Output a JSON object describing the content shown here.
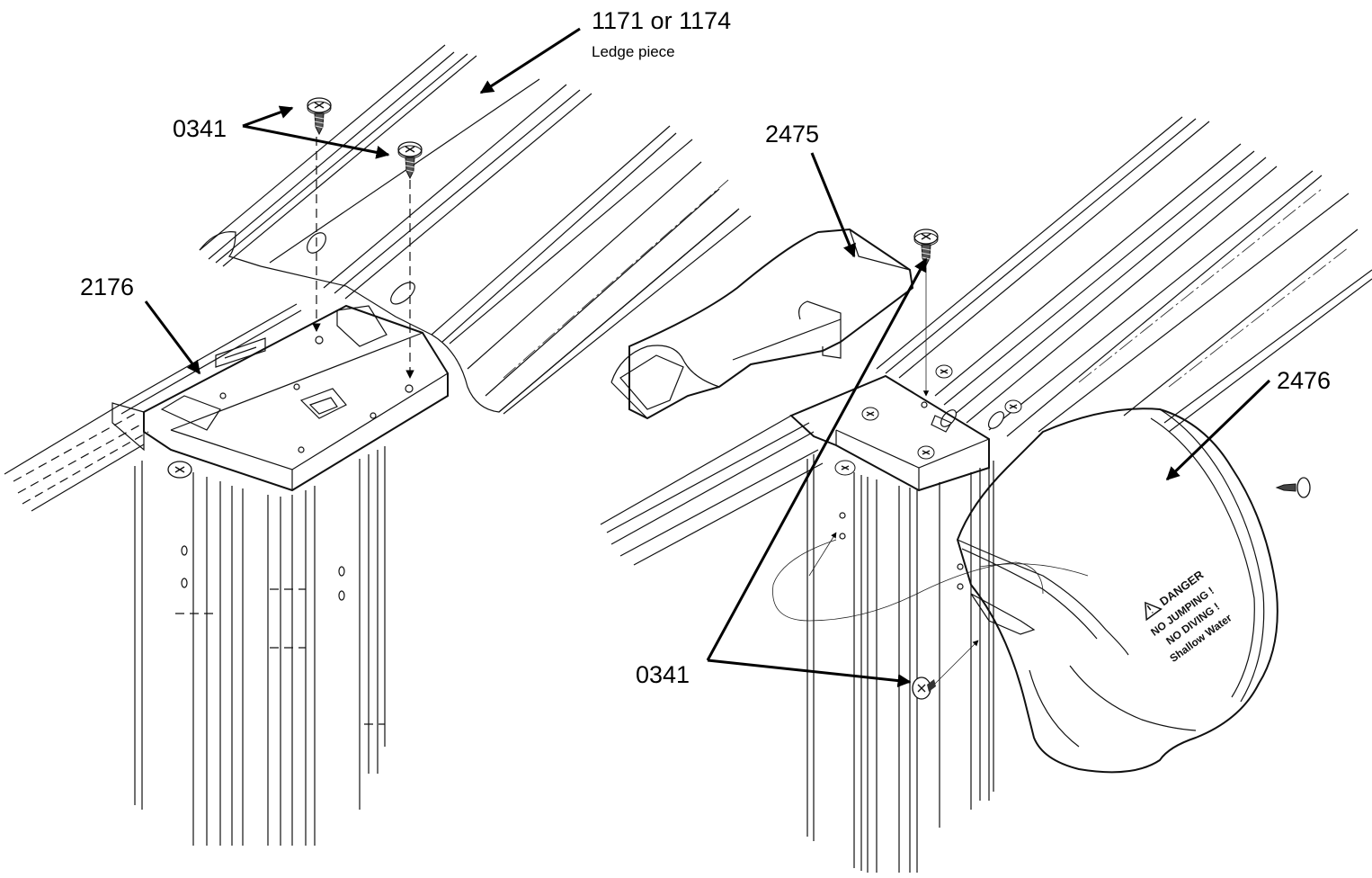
{
  "callouts": {
    "ledge_part": "1171 or 1174",
    "ledge_name": "Ledge piece",
    "screw_left": "0341",
    "connector": "2176",
    "cover_small": "2475",
    "cover_large": "2476",
    "screw_right": "0341"
  },
  "warning_label": {
    "line1": "DANGER",
    "line2": "NO JUMPING !",
    "line3": "NO DIVING !",
    "line4": "Shallow Water"
  },
  "icons": [
    "screw-icon",
    "warning-triangle-icon"
  ]
}
